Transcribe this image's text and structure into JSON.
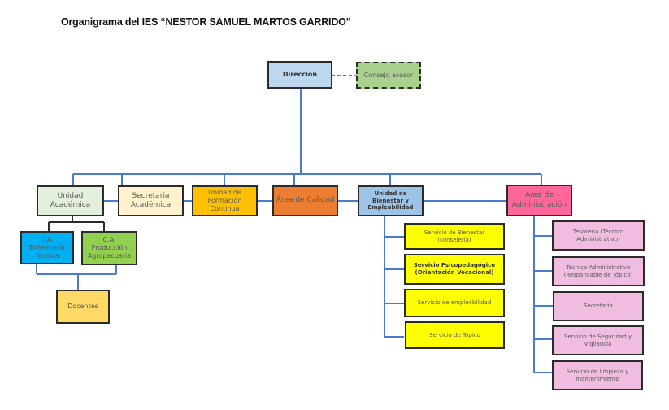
{
  "title": "Organigrama del IES “NESTOR SAMUEL MARTOS GARRIDO”",
  "colors": {
    "connector": "#4a7bd0",
    "border": "#2b2b2b",
    "direccion": "#bdd7ee",
    "consejo": "#a9d18e",
    "unidad_academica": "#e2efda",
    "secretaria_academica": "#fff2cc",
    "formacion_continua": "#ffc000",
    "calidad": "#ed7d31",
    "bienestar": "#9dc3e6",
    "administracion": "#ff6699",
    "enfermeria": "#00b0f0",
    "produccion": "#92d050",
    "docentes": "#ffd966",
    "servicios_bienestar": "#ffff00",
    "servicios_admin": "#f0bce0"
  },
  "nodes": {
    "direccion": "Dirección",
    "consejo_asesor": "Consejo asesor",
    "unidad_academica": "Unidad Académica",
    "secretaria_academica": "Secretaria Académica",
    "unidad_formacion_continua": "Unidad de Formación Continua",
    "area_calidad": "Área de Calidad",
    "unidad_bienestar": "Unidad de Bienestar y Empleabilidad",
    "area_administracion": "Área de Administración",
    "ca_enfermeria": "C.A. Enfermería Técnica",
    "ca_produccion": "C.A. Producción Agropecuaria",
    "docentes": "Docentes"
  },
  "bienestar_services": [
    "Servicio de Bienestar (consejería)",
    "Servicio Psicopedagógico (Orientación Vocacional)",
    "Servicio de empleabilidad",
    "Servicio de Tópico"
  ],
  "admin_services": [
    "Tesorería (Técnico Administrativo)",
    "Técnico Administrativo (Responsable de Tópico)",
    "Secretaria",
    "Servicio de Seguridad y Vigilancia",
    "Servicio de limpieza y mantenimiento"
  ]
}
